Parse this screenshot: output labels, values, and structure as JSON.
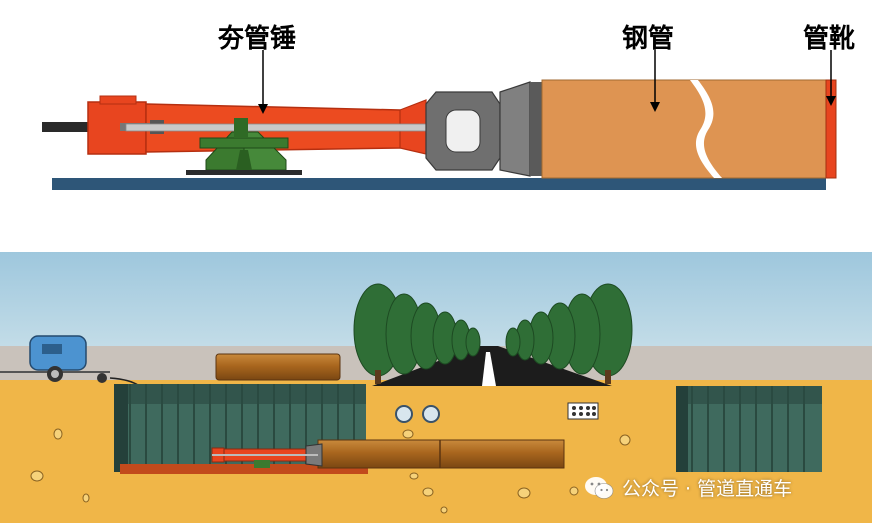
{
  "labels": {
    "hammer": "夯管锤",
    "steel_pipe": "钢管",
    "pipe_shoe": "管靴"
  },
  "watermark": {
    "text": "公众号 · 管道直通车",
    "icon": "wechat-icon"
  },
  "colors": {
    "hammer_red": "#e8451f",
    "pipe_orange": "#de9452",
    "shoe_red": "#e8451f",
    "base_plate": "#2e5678",
    "support_green": "#3b7a2f",
    "sky": "#a9cde0",
    "ground": "#f0b648",
    "road": "#1c1c1c",
    "pit_wall": "#4c7266",
    "tree_green": "#2f6e36"
  }
}
